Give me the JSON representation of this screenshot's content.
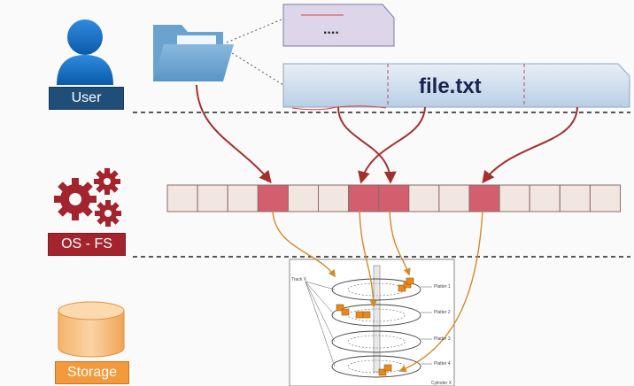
{
  "labels": {
    "user": "User",
    "os_fs": "OS - FS",
    "storage": "Storage"
  },
  "files": {
    "small_file": "....",
    "main_file": "file.txt"
  },
  "disk": {
    "track_label": "Track X",
    "platters": [
      "Platter 1",
      "Platter 2",
      "Platter 3",
      "Platter 4"
    ],
    "cylinder_label": "Cylinder X"
  },
  "colors": {
    "block_fill": "#f2e6e1",
    "block_used": "#d35f6e",
    "fs_arrow": "#a2302f",
    "disk_arrow": "#d38a2a",
    "user_label": "#1f4e79",
    "os_label": "#a3242d",
    "storage_label": "#f29a3c"
  },
  "icons": [
    "user-icon",
    "folder-icon",
    "gears-icon",
    "database-icon"
  ]
}
